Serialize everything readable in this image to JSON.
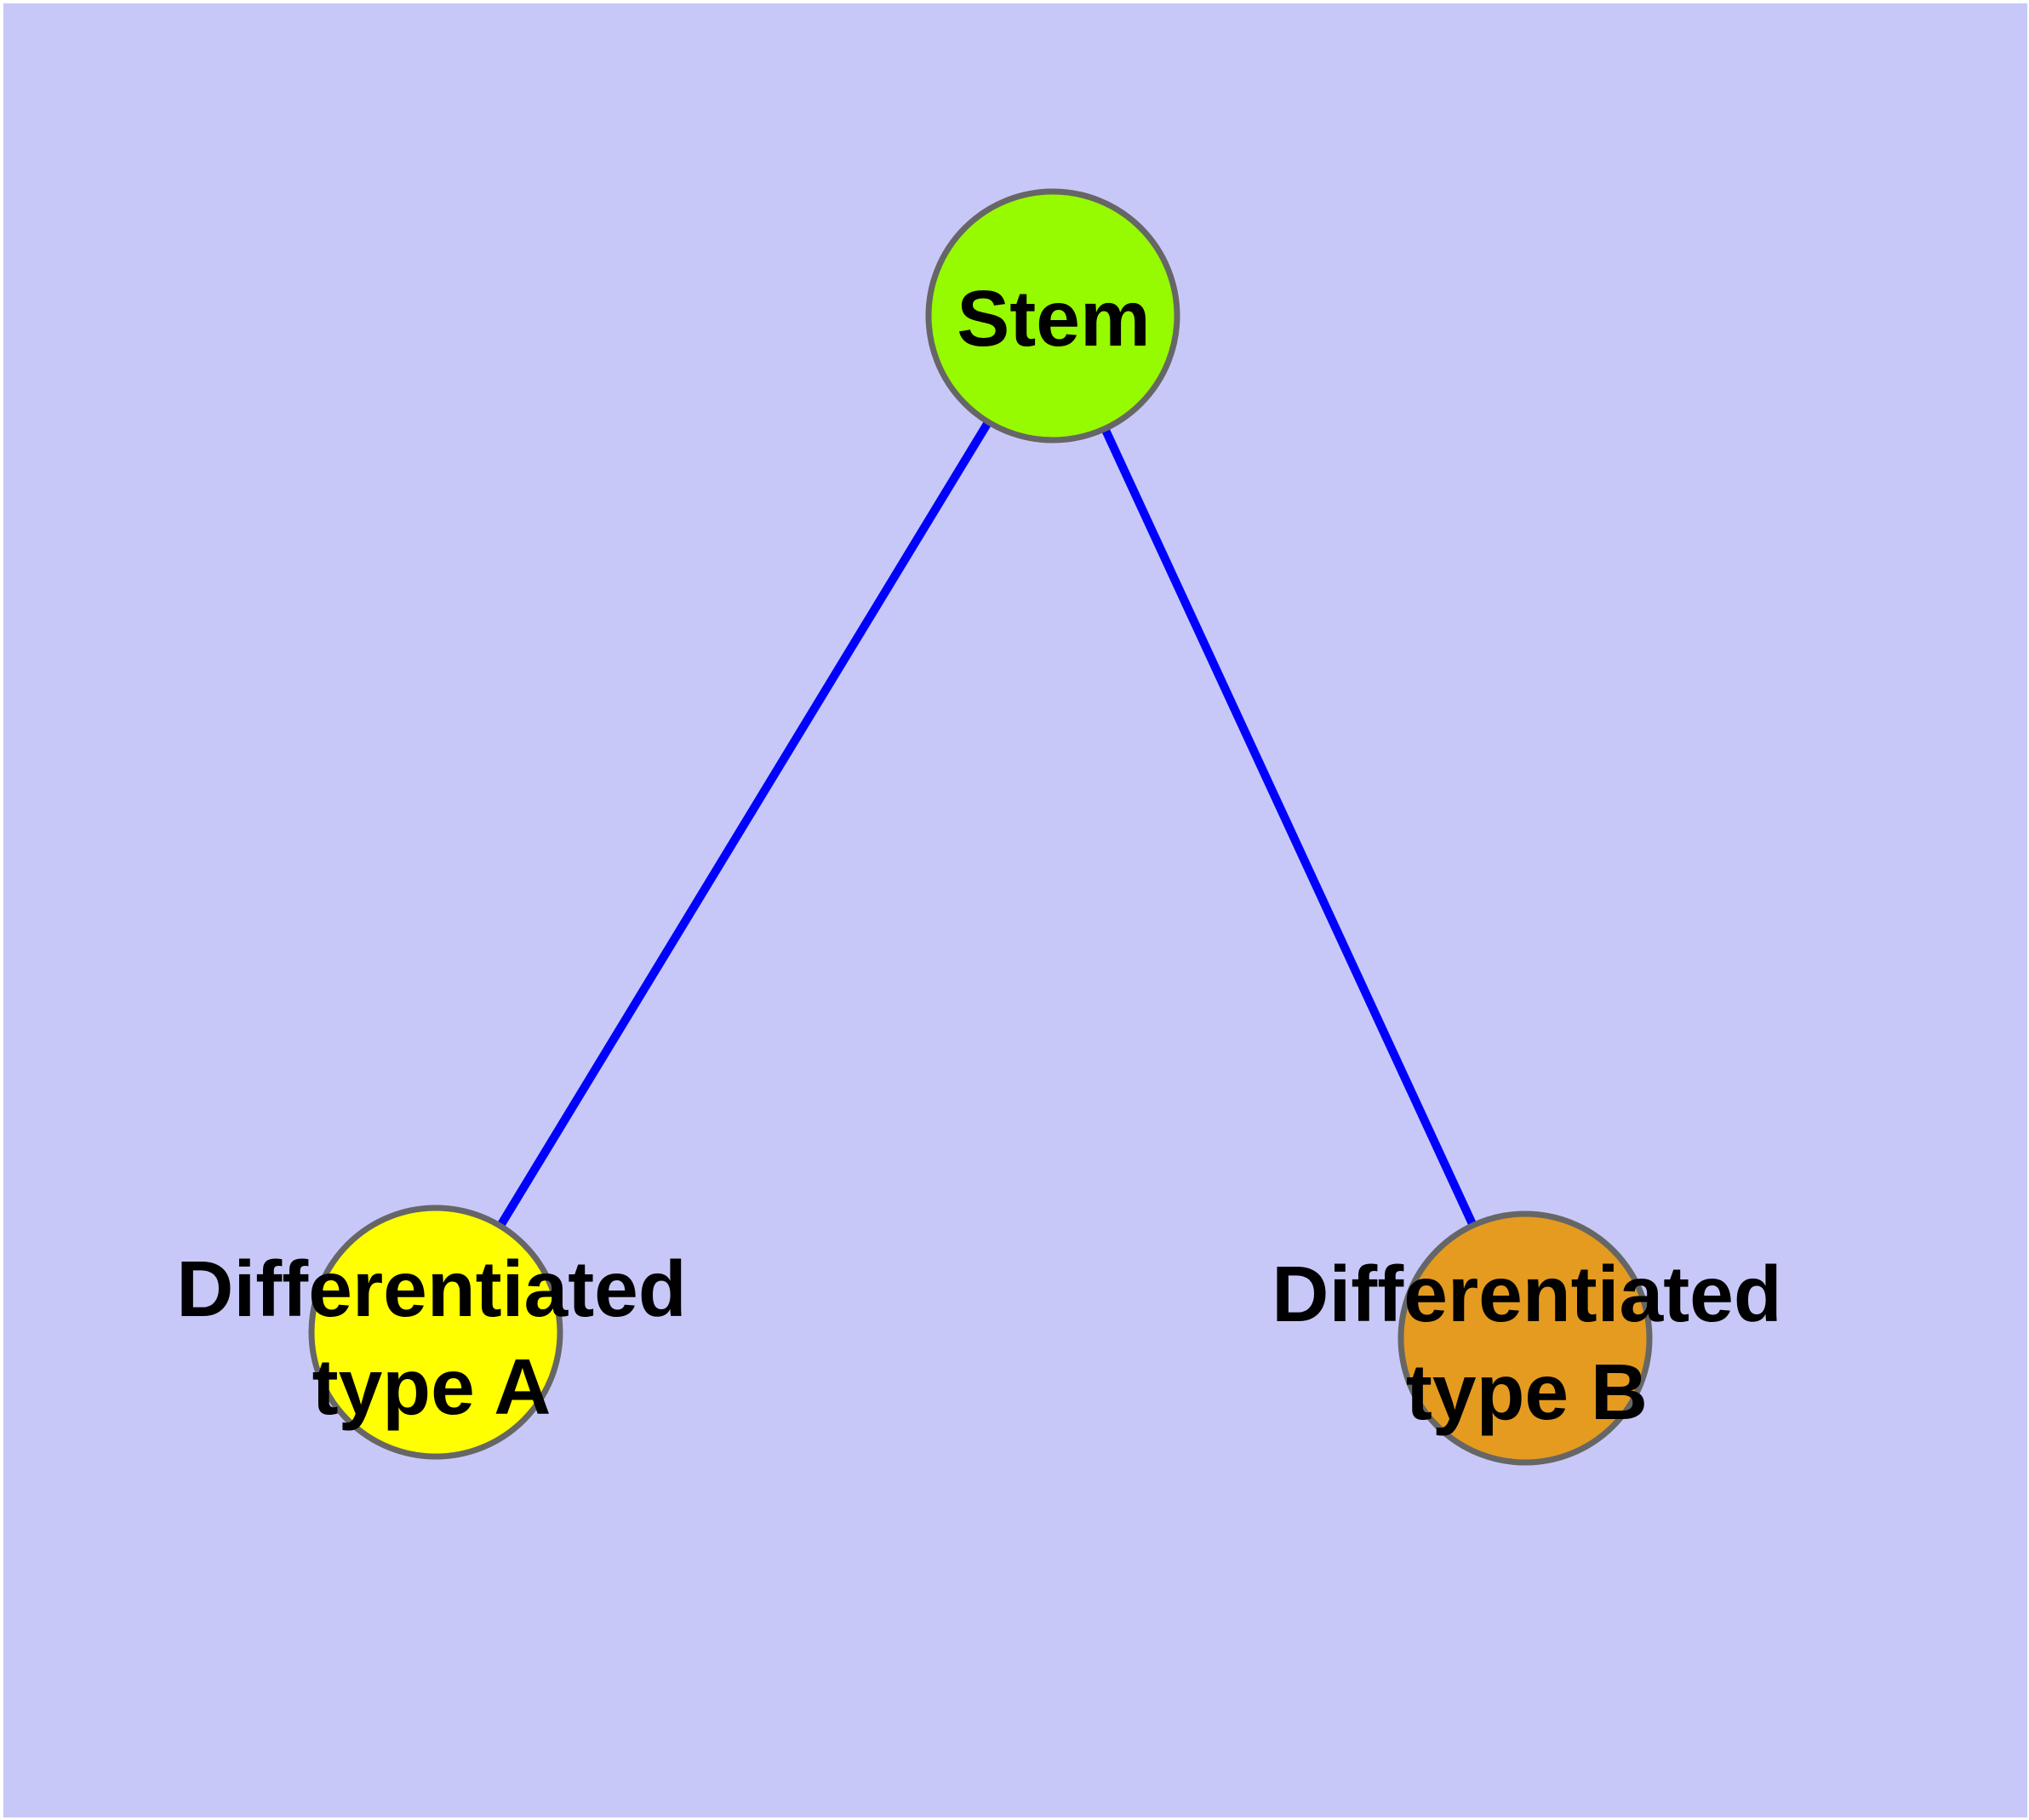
{
  "diagram": {
    "page_background_color": "#FFFFFF",
    "canvas_color": "#C8C8F8",
    "edge_color": "#0000FF",
    "node_border_color": "#666666",
    "text_color": "#000000",
    "nodes": {
      "stem": {
        "label": "Stem",
        "fill": "#96FA00"
      },
      "type_a": {
        "label_line1": "Differentiated",
        "label_line2": "type A",
        "fill": "#FFFF00"
      },
      "type_b": {
        "label_line1": "Differentiated",
        "label_line2": "type B",
        "fill": "#E49B20"
      }
    },
    "edges": [
      {
        "from": "Stem",
        "to": "Differentiated type A"
      },
      {
        "from": "Stem",
        "to": "Differentiated type B"
      }
    ]
  }
}
